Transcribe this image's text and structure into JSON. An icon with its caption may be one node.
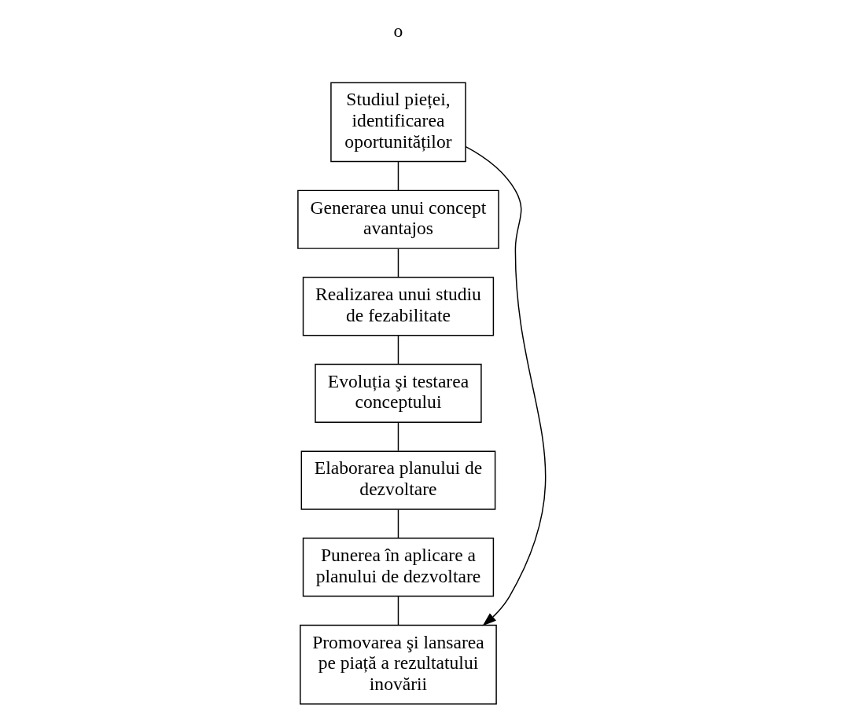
{
  "diagram": {
    "nodes": [
      {
        "text": [
          "Studiul pieței, identificarea oportunităților"
        ]
      },
      {
        "text": [
          "Generarea unui concept avantajos"
        ]
      },
      {
        "text": [
          "Realizarea unui studiu de fezabilitate"
        ]
      },
      {
        "text": [
          "Evoluția şi testarea conceptului"
        ]
      },
      {
        "text": [
          "Elaborarea planului de dezvoltare"
        ]
      },
      {
        "text": [
          "Punerea în aplicare a planului de dezvoltare"
        ]
      },
      {
        "text": [
          "Promovarea şi lansarea pe piață a rezultatului inovării"
        ]
      }
    ],
    "edges": [
      {
        "from": 0,
        "to": 1,
        "arrow": "none"
      },
      {
        "from": 1,
        "to": 2,
        "arrow": "none"
      },
      {
        "from": 2,
        "to": 3,
        "arrow": "none"
      },
      {
        "from": 3,
        "to": 4,
        "arrow": "none"
      },
      {
        "from": 4,
        "to": 5,
        "arrow": "none"
      },
      {
        "from": 5,
        "to": 6,
        "arrow": "none"
      },
      {
        "from": 0,
        "to": 6,
        "arrow": "to"
      }
    ],
    "labels": [
      "o"
    ]
  }
}
